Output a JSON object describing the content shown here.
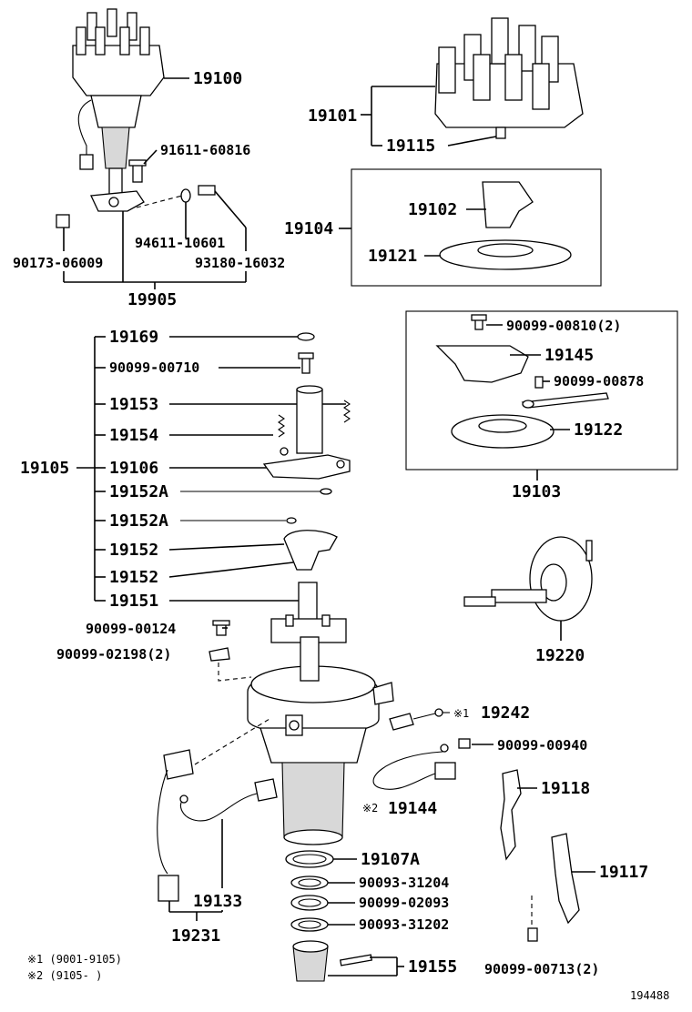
{
  "diagram_id": "194488",
  "notes": {
    "note1": "※1 (9001-9105)",
    "note2": "※2 (9105-      )"
  },
  "labels": {
    "p19100": "19100",
    "p91611": "91611-60816",
    "p94611": "94611-10601",
    "p90173": "90173-06009",
    "p93180": "93180-16032",
    "p19905": "19905",
    "p19101": "19101",
    "p19115": "19115",
    "p19104": "19104",
    "p19102": "19102",
    "p19121": "19121",
    "p19169": "19169",
    "p90099_00710": "90099-00710",
    "p19153": "19153",
    "p19154": "19154",
    "p19105": "19105",
    "p19106": "19106",
    "p19152A_1": "19152A",
    "p19152A_2": "19152A",
    "p19152_1": "19152",
    "p19152_2": "19152",
    "p19151": "19151",
    "p90099_00810": "90099-00810(2)",
    "p19145": "19145",
    "p90099_00878": "90099-00878",
    "p19122": "19122",
    "p19103": "19103",
    "p19220": "19220",
    "p90099_00124": "90099-00124",
    "p90099_02198": "90099-02198(2)",
    "p19242_mark": "※1",
    "p19242": "19242",
    "p90099_00940": "90099-00940",
    "p19144_mark": "※2",
    "p19144": "19144",
    "p19118": "19118",
    "p19107A": "19107A",
    "p19117": "19117",
    "p90093_31204": "90093-31204",
    "p90099_02093": "90099-02093",
    "p90093_31202": "90093-31202",
    "p19133": "19133",
    "p19231": "19231",
    "p19155": "19155",
    "p90099_00713": "90099-00713(2)"
  }
}
